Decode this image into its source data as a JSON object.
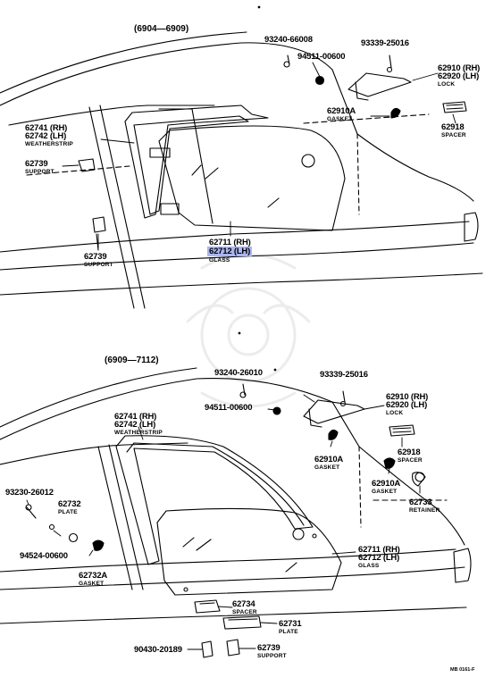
{
  "sections": [
    {
      "period": "(6904—6909)",
      "labels": [
        {
          "id": "93240-66008",
          "lines": [
            "93240-66008"
          ]
        },
        {
          "id": "94511-00600",
          "lines": [
            "94511-00600"
          ]
        },
        {
          "id": "93339-25016",
          "lines": [
            "93339-25016"
          ]
        },
        {
          "id": "62910-62920-lock",
          "lines": [
            "62910 (RH)",
            "62920 (LH)"
          ],
          "name": "LOCK"
        },
        {
          "id": "62910A-gasket",
          "lines": [
            "62910A"
          ],
          "name": "GASKET"
        },
        {
          "id": "62918-spacer",
          "lines": [
            "62918"
          ],
          "name": "SPACER"
        },
        {
          "id": "62741-62742-weatherstrip",
          "lines": [
            "62741 (RH)",
            "62742 (LH)"
          ],
          "name": "WEATHERSTRIP"
        },
        {
          "id": "62739-support-a",
          "lines": [
            "62739"
          ],
          "name": "SUPPORT"
        },
        {
          "id": "62739-support-b",
          "lines": [
            "62739"
          ],
          "name": "SUPPORT"
        },
        {
          "id": "62711-62712-glass",
          "lines": [
            "62711 (RH)",
            "62712 (LH)"
          ],
          "name": "GLASS"
        }
      ]
    },
    {
      "period": "(6909—7112)",
      "labels": [
        {
          "id": "93240-26010",
          "lines": [
            "93240-26010"
          ]
        },
        {
          "id": "93339-25016b",
          "lines": [
            "93339-25016"
          ]
        },
        {
          "id": "94511-00600b",
          "lines": [
            "94511-00600"
          ]
        },
        {
          "id": "62910-62920-lock-b",
          "lines": [
            "62910 (RH)",
            "62920 (LH)"
          ],
          "name": "LOCK"
        },
        {
          "id": "62741-62742-weatherstrip-b",
          "lines": [
            "62741 (RH)",
            "62742 (LH)"
          ],
          "name": "WEATHERSTRIP"
        },
        {
          "id": "62918-spacer-b",
          "lines": [
            "62918"
          ],
          "name": "SPACER"
        },
        {
          "id": "62910A-gasket-b",
          "lines": [
            "62910A"
          ],
          "name": "GASKET"
        },
        {
          "id": "62910A-gasket-c",
          "lines": [
            "62910A"
          ],
          "name": "GASKET"
        },
        {
          "id": "62733-retainer",
          "lines": [
            "62733"
          ],
          "name": "RETAINER"
        },
        {
          "id": "93230-26012",
          "lines": [
            "93230-26012"
          ]
        },
        {
          "id": "62732-plate",
          "lines": [
            "62732"
          ],
          "name": "PLATE"
        },
        {
          "id": "94524-00600",
          "lines": [
            "94524-00600"
          ]
        },
        {
          "id": "62732A-gasket",
          "lines": [
            "62732A"
          ],
          "name": "GASKET"
        },
        {
          "id": "62711-62712-glass-b",
          "lines": [
            "62711 (RH)",
            "62712 (LH)"
          ],
          "name": "GLASS"
        },
        {
          "id": "62734-spacer",
          "lines": [
            "62734"
          ],
          "name": "SPACER"
        },
        {
          "id": "62731-plate",
          "lines": [
            "62731"
          ],
          "name": "PLATE"
        },
        {
          "id": "90430-20189",
          "lines": [
            "90430-20189"
          ]
        },
        {
          "id": "62739-support-c",
          "lines": [
            "62739"
          ],
          "name": "SUPPORT"
        }
      ]
    }
  ],
  "reference_code": "MB 0161-F",
  "colors": {
    "line": "#000000",
    "highlight": "#a9b6f3",
    "watermark": "#ececec"
  }
}
